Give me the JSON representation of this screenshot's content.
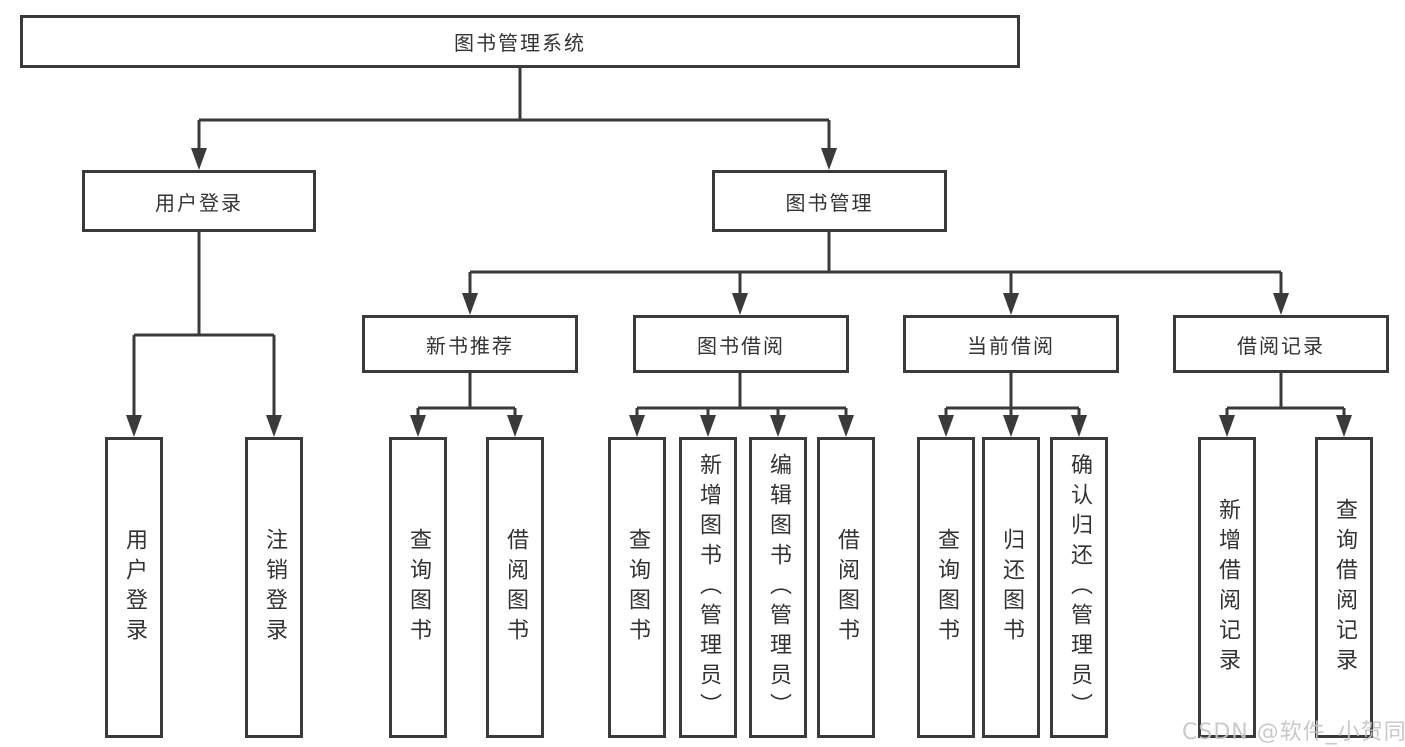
{
  "diagram": {
    "title": "图书管理系统",
    "root": {
      "label": "图书管理系统"
    },
    "level2": {
      "user_login": {
        "label": "用户登录"
      },
      "book_management": {
        "label": "图书管理"
      }
    },
    "level3": {
      "new_book_recommend": {
        "label": "新书推荐"
      },
      "book_borrow": {
        "label": "图书借阅"
      },
      "current_borrow": {
        "label": "当前借阅"
      },
      "borrow_records": {
        "label": "借阅记录"
      }
    },
    "leaves": {
      "user_login": [
        "用户登录",
        "注销登录"
      ],
      "new_book_recommend": [
        "查询图书",
        "借阅图书"
      ],
      "book_borrow": [
        "查询图书",
        "新增图书（管理员）",
        "编辑图书（管理员）",
        "借阅图书"
      ],
      "current_borrow": [
        "查询图书",
        "归还图书",
        "确认归还（管理员）"
      ],
      "borrow_records": [
        "新增借阅记录",
        "查询借阅记录"
      ]
    },
    "colors": {
      "line": "#3a3a3a",
      "border": "#3a3a3a",
      "text": "#333333",
      "watermark": "#c5c5c5",
      "background": "#ffffff"
    }
  },
  "watermark": {
    "text": "CSDN @软件_小贺同学"
  }
}
